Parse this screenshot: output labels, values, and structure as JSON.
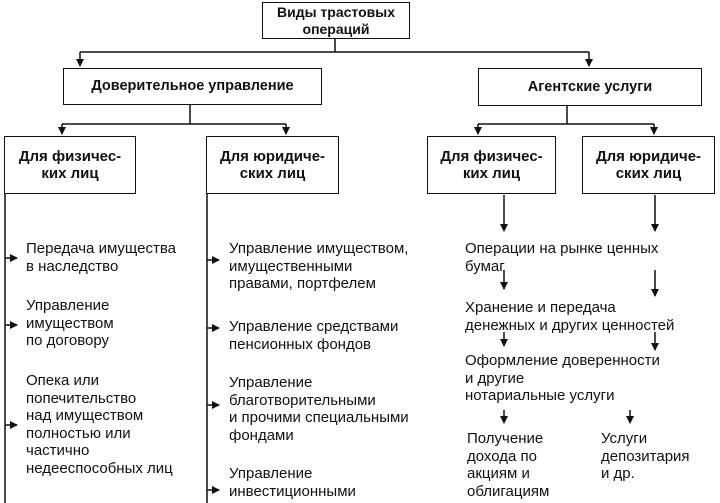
{
  "root": {
    "label": "Виды трастовых\nопераций"
  },
  "categories": {
    "trust_management": "Доверительное управление",
    "agency_services": "Агентские услуги"
  },
  "subcategories": {
    "tm_individuals": "Для физичес-\nких лиц",
    "tm_legal": "Для юридиче-\nских лиц",
    "ag_individuals": "Для физичес-\nких лиц",
    "ag_legal": "Для юридиче-\nских лиц"
  },
  "lists": {
    "tm_individuals": [
      "Передача имущества\nв наследство",
      "Управление\nимуществом\nпо договору",
      "Опека или\nпопечительство\nнад имуществом\nполностью или\nчастично\nнедееспособных лиц"
    ],
    "tm_legal": [
      "Управление имуществом,\nимущественными\nправами, портфелем",
      "Управление средствами\nпенсионных фондов",
      "Управление\nблаготворительными\nи прочими специальными\nфондами",
      "Управление\nинвестиционными"
    ],
    "agency_shared": [
      "Операции на рынке ценных\nбумаг",
      "Хранение и передача\nденежных и других ценностей",
      "Оформление доверенности\nи другие\nнотариальные услуги"
    ],
    "ag_individuals_only": "Получение\nдохода по\nакциям и\nоблигациям",
    "ag_legal_only": "Услуги\nдепозитария\nи др."
  }
}
